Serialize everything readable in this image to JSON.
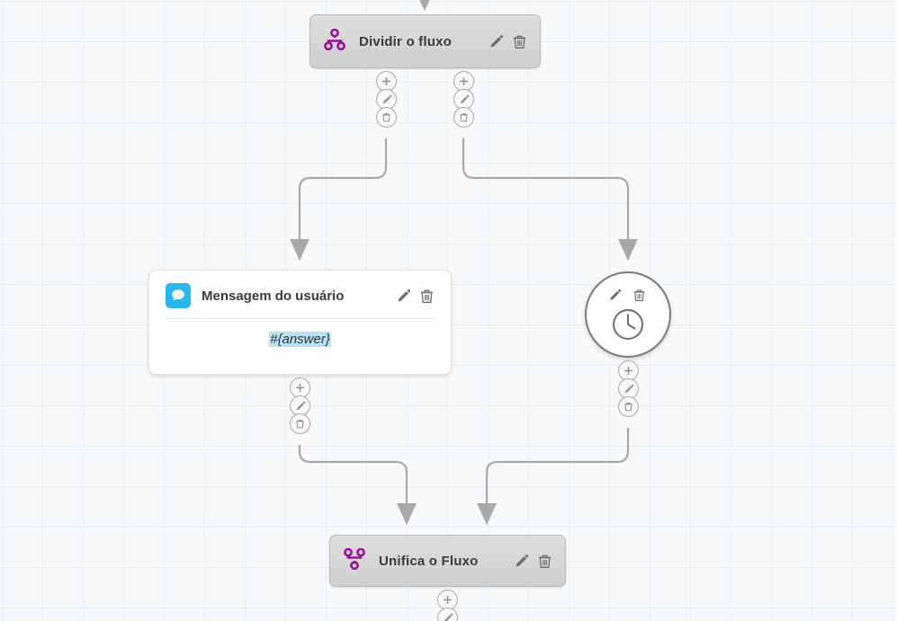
{
  "canvas": {
    "background_color": "#f8f9fa",
    "grid_color": "#e8ecf3",
    "grid_size": 45
  },
  "palette": {
    "purple": "#9c0f9c",
    "chat_blue": "#29b6f0",
    "highlight_blue": "#b8e2f5",
    "node_grey": "#d6d6d6",
    "edge_grey": "#a9a9a9"
  },
  "nodes": {
    "split": {
      "title": "Dividir o fluxo",
      "icon": "split-flow-icon",
      "edit_label": "pencil-icon",
      "delete_label": "trash-icon"
    },
    "message": {
      "title": "Mensagem do usuário",
      "icon": "chat-bubble-icon",
      "body_text": "#{answer}",
      "edit_label": "pencil-icon",
      "delete_label": "trash-icon"
    },
    "delay": {
      "icon": "clock-icon",
      "edit_label": "pencil-icon",
      "delete_label": "trash-icon"
    },
    "merge": {
      "title": "Unifica o Fluxo",
      "icon": "merge-flow-icon",
      "edit_label": "pencil-icon",
      "delete_label": "trash-icon"
    }
  },
  "connector_buttons": {
    "add": "plus-icon",
    "edit": "pencil-icon",
    "delete": "trash-icon"
  }
}
